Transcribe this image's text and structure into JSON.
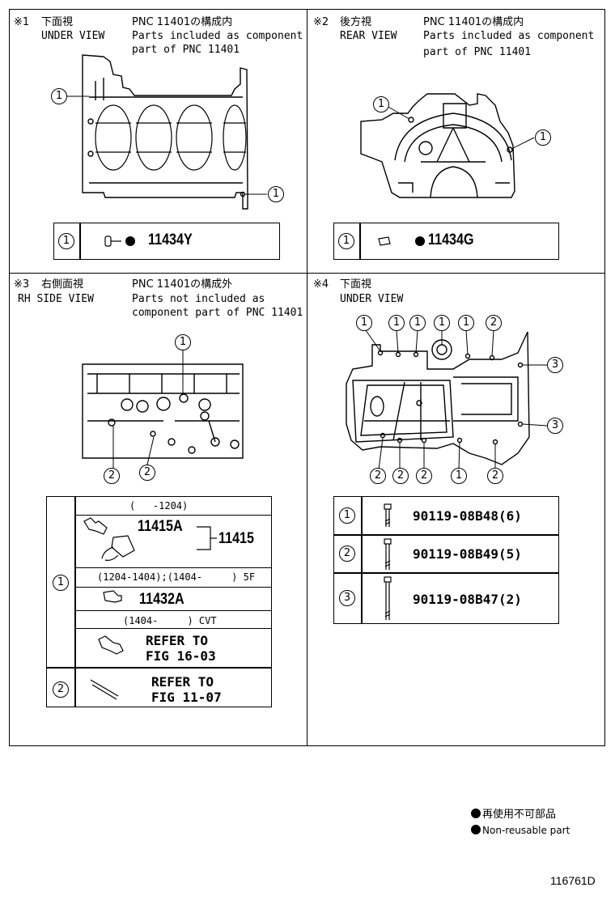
{
  "panel1": {
    "mark": "※1",
    "title_jp": "下面視",
    "title_en": "UNDER VIEW",
    "pnc_jp": "PNC 11401の構成内",
    "note_line1": "Parts included as component",
    "note_line2": "part of PNC 11401",
    "callout": "1",
    "part_no": "11434Y"
  },
  "panel2": {
    "mark": "※2",
    "title_jp": "後方視",
    "title_en": "REAR VIEW",
    "pnc_jp": "PNC 11401の構成内",
    "note_line1": "Parts included as component",
    "note_line2": "part of PNC 11401",
    "callout": "1",
    "part_no": "11434G"
  },
  "panel3": {
    "mark": "※3",
    "title_jp": "右側面視",
    "title_en": "RH SIDE VIEW",
    "pnc_jp": "PNC 11401の構成外",
    "note_line1": "Parts not included as",
    "note_line2": "component part of PNC 11401",
    "callouts": [
      "1",
      "2",
      "2"
    ],
    "table": {
      "row1_label": "1",
      "cond1": "(   -1204)",
      "part_a": "11415A",
      "part_group": "11415",
      "cond2": "(1204-1404);(1404-     ) 5F",
      "part_b": "11432A",
      "cond3": "(1404-     ) CVT",
      "refer1_line1": "REFER TO",
      "refer1_line2": "FIG 16-03",
      "row2_label": "2",
      "refer2_line1": "REFER TO",
      "refer2_line2": "FIG 11-07"
    }
  },
  "panel4": {
    "mark": "※4",
    "title_jp": "下面視",
    "title_en": "UNDER VIEW",
    "callouts_top": [
      "1",
      "1",
      "1",
      "1",
      "1",
      "2"
    ],
    "callouts_right": [
      "3",
      "3"
    ],
    "callouts_bottom": [
      "2",
      "2",
      "2",
      "1",
      "2"
    ],
    "table": [
      {
        "label": "1",
        "part": "90119-08B48(6)"
      },
      {
        "label": "2",
        "part": "90119-08B49(5)"
      },
      {
        "label": "3",
        "part": "90119-08B47(2)"
      }
    ]
  },
  "legend": {
    "jp": "再使用不可部品",
    "en": "Non-reusable part"
  },
  "figure_code": "116761D"
}
